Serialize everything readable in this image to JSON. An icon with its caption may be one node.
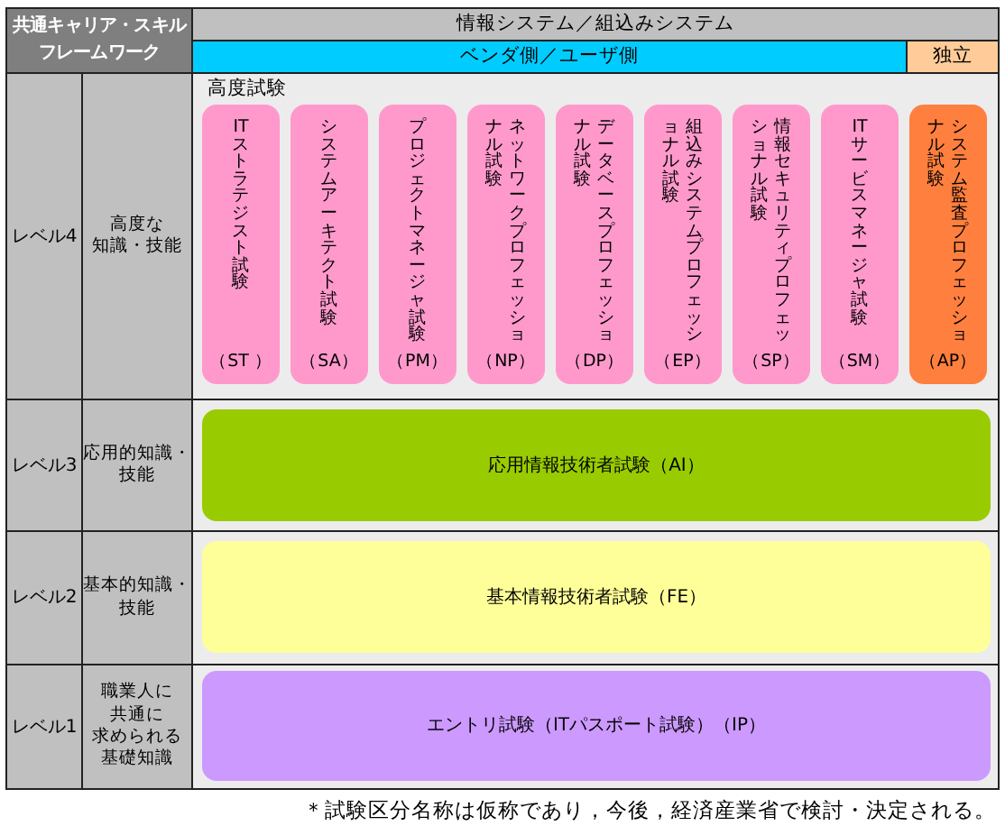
{
  "diagram": {
    "caption": "＊試験区分名称は仮称であり，今後，経済産業省で検討・決定される。",
    "nodes": [
      {
        "text": [
          "共通キャリア・スキルフレームワーク"
        ]
      },
      {
        "text": [
          "情報システム／組込みシステム"
        ]
      },
      {
        "text": [
          "ベンダ側／ユーザ側"
        ]
      },
      {
        "text": [
          "独立"
        ]
      },
      {
        "text": [
          "レベル4"
        ]
      },
      {
        "text": [
          "高度な知識・技能"
        ]
      },
      {
        "text": [
          "高度試験"
        ]
      },
      {
        "text": [
          "ITストラテジスト試験",
          "（ST ）"
        ],
        "in": 6
      },
      {
        "text": [
          "システムアーキテクト試験",
          "（SA）"
        ],
        "in": 6
      },
      {
        "text": [
          "プロジェクトマネージャ試験",
          "（PM）"
        ],
        "in": 6
      },
      {
        "text": [
          "ネットワークプロフェッショナル試験",
          "（NP）"
        ],
        "in": 6
      },
      {
        "text": [
          "データベースプロフェッショナル試験",
          "（DP）"
        ],
        "in": 6
      },
      {
        "text": [
          "組込みシステムプロフェッショナル試験",
          "（EP）"
        ],
        "in": 6
      },
      {
        "text": [
          "情報セキュリティプロフェッショナル試験",
          "（SP）"
        ],
        "in": 6
      },
      {
        "text": [
          "ITサービスマネージャ試験",
          "（SM）"
        ],
        "in": 6
      },
      {
        "text": [
          "システム監査プロフェッショナル試験",
          "（AP）"
        ],
        "in": 6
      },
      {
        "text": [
          "レベル3"
        ]
      },
      {
        "text": [
          "応用的知識・技能"
        ]
      },
      {
        "text": [
          "応用情報技術者試験（AI）"
        ]
      },
      {
        "text": [
          "レベル2"
        ]
      },
      {
        "text": [
          "基本的知識・技能"
        ]
      },
      {
        "text": [
          "基本情報技術者試験（FE）"
        ]
      },
      {
        "text": [
          "レベル1"
        ]
      },
      {
        "text": [
          "職業人に共通に求められる基礎知識"
        ]
      },
      {
        "text": [
          "エントリ試験（ITパスポート試験）（IP）"
        ]
      }
    ]
  }
}
